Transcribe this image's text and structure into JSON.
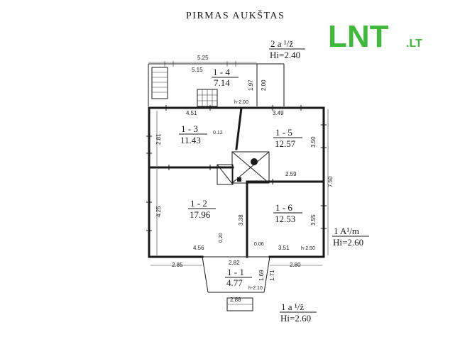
{
  "title": "PIRMAS AUKŠTAS",
  "logo": {
    "text": "LNT",
    "suffix": ".LT",
    "color": "#3fb93a"
  },
  "floor_notes": [
    {
      "line1": "2 a ¹/ž",
      "line2": "Hi=2.40"
    },
    {
      "line1": "1 A¹/m",
      "line2": "Hi=2.60"
    },
    {
      "line1": "1 a ¹/ž",
      "line2": "Hi=2.60"
    }
  ],
  "rooms": [
    {
      "code": "1 - 4",
      "area": "7.14"
    },
    {
      "code": "1 - 3",
      "area": "11.43"
    },
    {
      "code": "1 - 5",
      "area": "12.57"
    },
    {
      "code": "1 - 2",
      "area": "17.96"
    },
    {
      "code": "1 - 6",
      "area": "12.53"
    },
    {
      "code": "1 - 1",
      "area": "4.77"
    }
  ],
  "dimensions": {
    "top_overall": "5.25",
    "top_inner": "5.15",
    "stair_1": "1.97",
    "stair_2": "2.00",
    "h_200": "h-2.00",
    "r13_width": "4.51",
    "r15_width": "3.49",
    "r13_height": "2.81",
    "partition": "0.12",
    "r15_height": "3.50",
    "overall_height": "7.50",
    "r16_width": "2.59",
    "r12_height": "4.25",
    "center": "3.38",
    "r16_height": "3.55",
    "wall_020": "0.20",
    "wall_006": "0.06",
    "r12_width": "4.56",
    "r16_bottom": "3.51",
    "h_250": "h-2.50",
    "left_ext": "2.85",
    "porch_width": "2.82",
    "right_ext": "2.80",
    "porch_169": "1.69",
    "porch_171": "1.71",
    "h_210": "h-2.10",
    "step_width": "2.88"
  }
}
